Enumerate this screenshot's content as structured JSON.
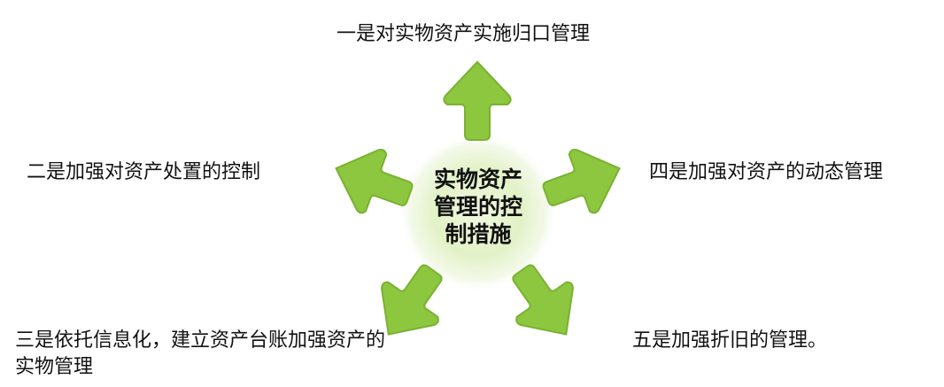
{
  "center": {
    "line1": "实物资产",
    "line2": "管理的控",
    "line3": "制措施"
  },
  "items": [
    {
      "id": "top",
      "text": "一是对实物资产实施归口管理"
    },
    {
      "id": "left",
      "text": "二是加强对资产处置的控制"
    },
    {
      "id": "right",
      "text": "四是加强对资产的动态管理"
    },
    {
      "id": "bottom-left",
      "text": "三是依托信息化，建立资产台账加强资产的实物管理"
    },
    {
      "id": "bottom-right",
      "text": "五是加强折旧的管理。"
    }
  ],
  "colors": {
    "arrow": "#8dc63f",
    "arrow_edge": "#7ab232",
    "glow_center": "#e6f3cf",
    "glow_edge": "#ffffff"
  }
}
